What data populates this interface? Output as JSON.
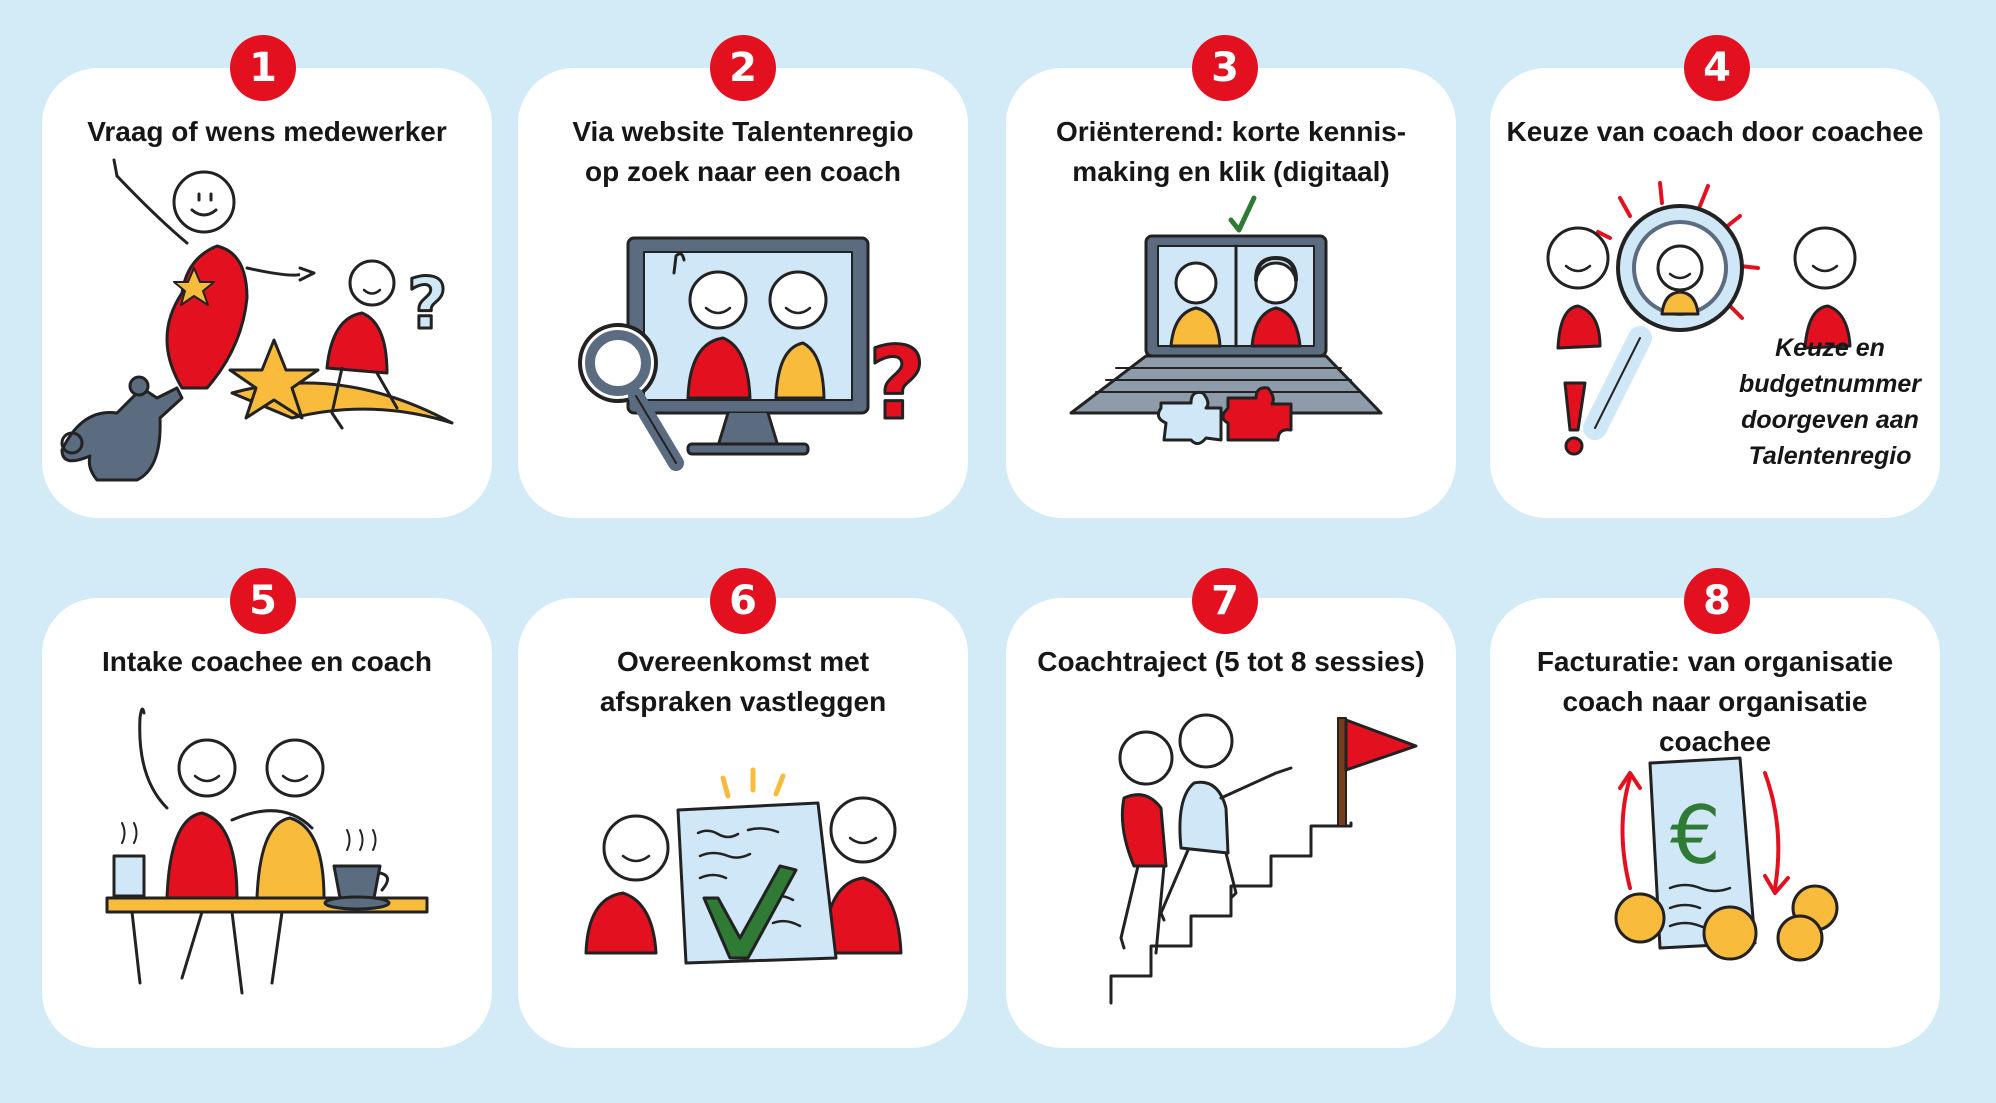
{
  "colors": {
    "background": "#d3ebf7",
    "card": "#ffffff",
    "badge": "#e3101f",
    "red": "#e3101f",
    "yellow": "#f8bb3c",
    "blue_gray": "#5b6c80",
    "light_blue": "#cfe7f6",
    "green": "#2f7a34"
  },
  "steps": [
    {
      "number": "1",
      "title": "Vraag of wens medewerker"
    },
    {
      "number": "2",
      "title": "Via website Talentenregio\nop zoek naar een coach"
    },
    {
      "number": "3",
      "title": "Oriënterend: korte kennis-\nmaking en klik (digitaal)"
    },
    {
      "number": "4",
      "title": "Keuze van coach door coachee",
      "note": "Keuze en\nbudgetnummer\ndoorgeven aan\nTalentenregio"
    },
    {
      "number": "5",
      "title": "Intake coachee en coach"
    },
    {
      "number": "6",
      "title": "Overeenkomst met\nafspraken vastleggen"
    },
    {
      "number": "7",
      "title": "Coachtraject (5 tot 8 sessies)"
    },
    {
      "number": "8",
      "title": "Facturatie: van organisatie\ncoach naar organisatie coachee"
    }
  ],
  "icons": [
    "genie-lamp-icon",
    "computer-search-icon",
    "laptop-video-call-icon",
    "magnifier-choice-icon",
    "coffee-table-icon",
    "agreement-document-icon",
    "stairs-flag-icon",
    "euro-invoice-icon"
  ]
}
